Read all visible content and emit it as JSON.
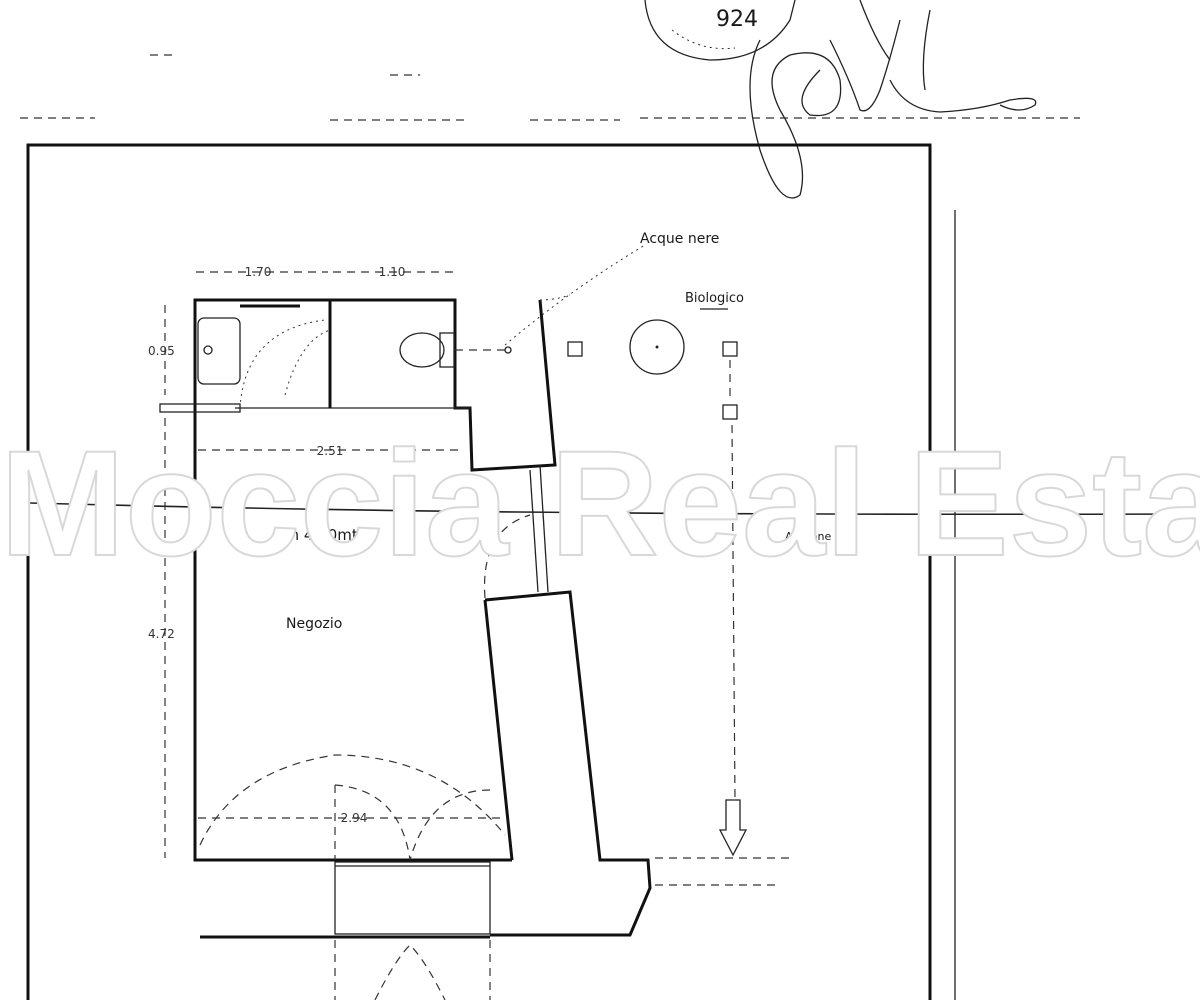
{
  "stamp": {
    "number": "924"
  },
  "labels": {
    "acque_nere": "Acque nere",
    "biologico": "Biologico",
    "height": "hm 4,00mt",
    "negozio": "Negozio",
    "androne": "Androne"
  },
  "dimensions": {
    "bath1_width": "1.70",
    "bath2_width": "1.10",
    "bath_depth": "0.95",
    "shop_width_top": "2.51",
    "shop_depth": "4.72",
    "shop_width_bottom": "2.94"
  },
  "watermark": {
    "text": "Moccia Real Estate"
  }
}
